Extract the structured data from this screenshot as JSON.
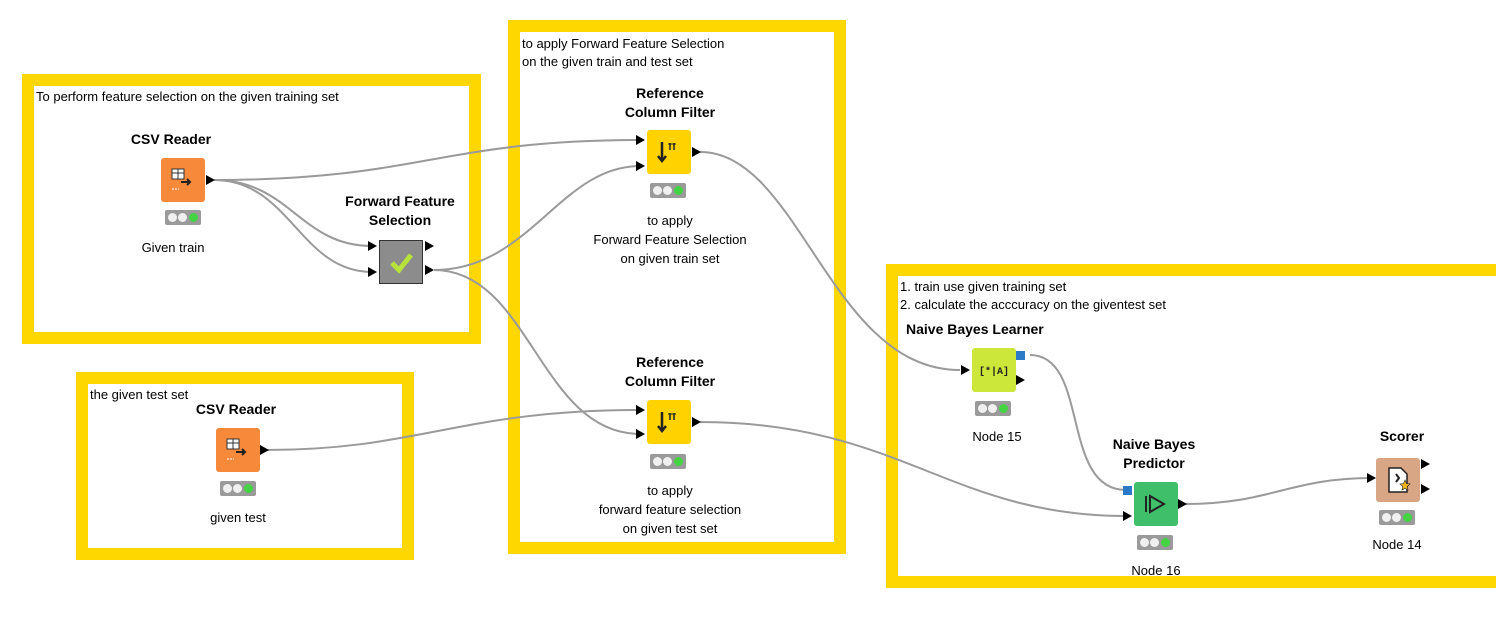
{
  "annotations": {
    "training": "To perform feature selection on the given training set",
    "filter": "to apply Forward Feature Selection\non the given train and test set",
    "test": "the given test set",
    "model": "1. train use given training set\n2. calculate the acccuracy on the giventest set"
  },
  "nodes": {
    "csv_train": {
      "title": "CSV Reader",
      "label": "Given train",
      "color": "#f7893a",
      "icon": "table-arrow-icon"
    },
    "ffs": {
      "title": "Forward Feature\nSelection",
      "label": "",
      "color": "#8c8c8c",
      "icon": "check-icon"
    },
    "rcf_train": {
      "title": "Reference\nColumn Filter",
      "label": "to apply\nForward Feature Selection\non given train set",
      "color": "#ffd200",
      "icon": "column-filter-icon"
    },
    "csv_test": {
      "title": "CSV Reader",
      "label": "given test",
      "color": "#f7893a",
      "icon": "table-arrow-icon"
    },
    "rcf_test": {
      "title": "Reference\nColumn Filter",
      "label": "to apply\nforward feature selection\non given test set",
      "color": "#ffd200",
      "icon": "column-filter-icon"
    },
    "nb_learner": {
      "title": "Naive Bayes Learner",
      "label": "Node 15",
      "color": "#cde63a",
      "icon": "learner-icon"
    },
    "nb_predictor": {
      "title": "Naive Bayes\nPredictor",
      "label": "Node 16",
      "color": "#3fbf6a",
      "icon": "predictor-icon"
    },
    "scorer": {
      "title": "Scorer",
      "label": "Node 14",
      "color": "#d8a585",
      "icon": "scorer-icon"
    }
  },
  "status": {
    "state": "executed",
    "green": "#43d343"
  },
  "colors": {
    "annotation_border": "#ffd700",
    "wire": "#9a9a9a",
    "model_port": "#2a7ac8"
  }
}
